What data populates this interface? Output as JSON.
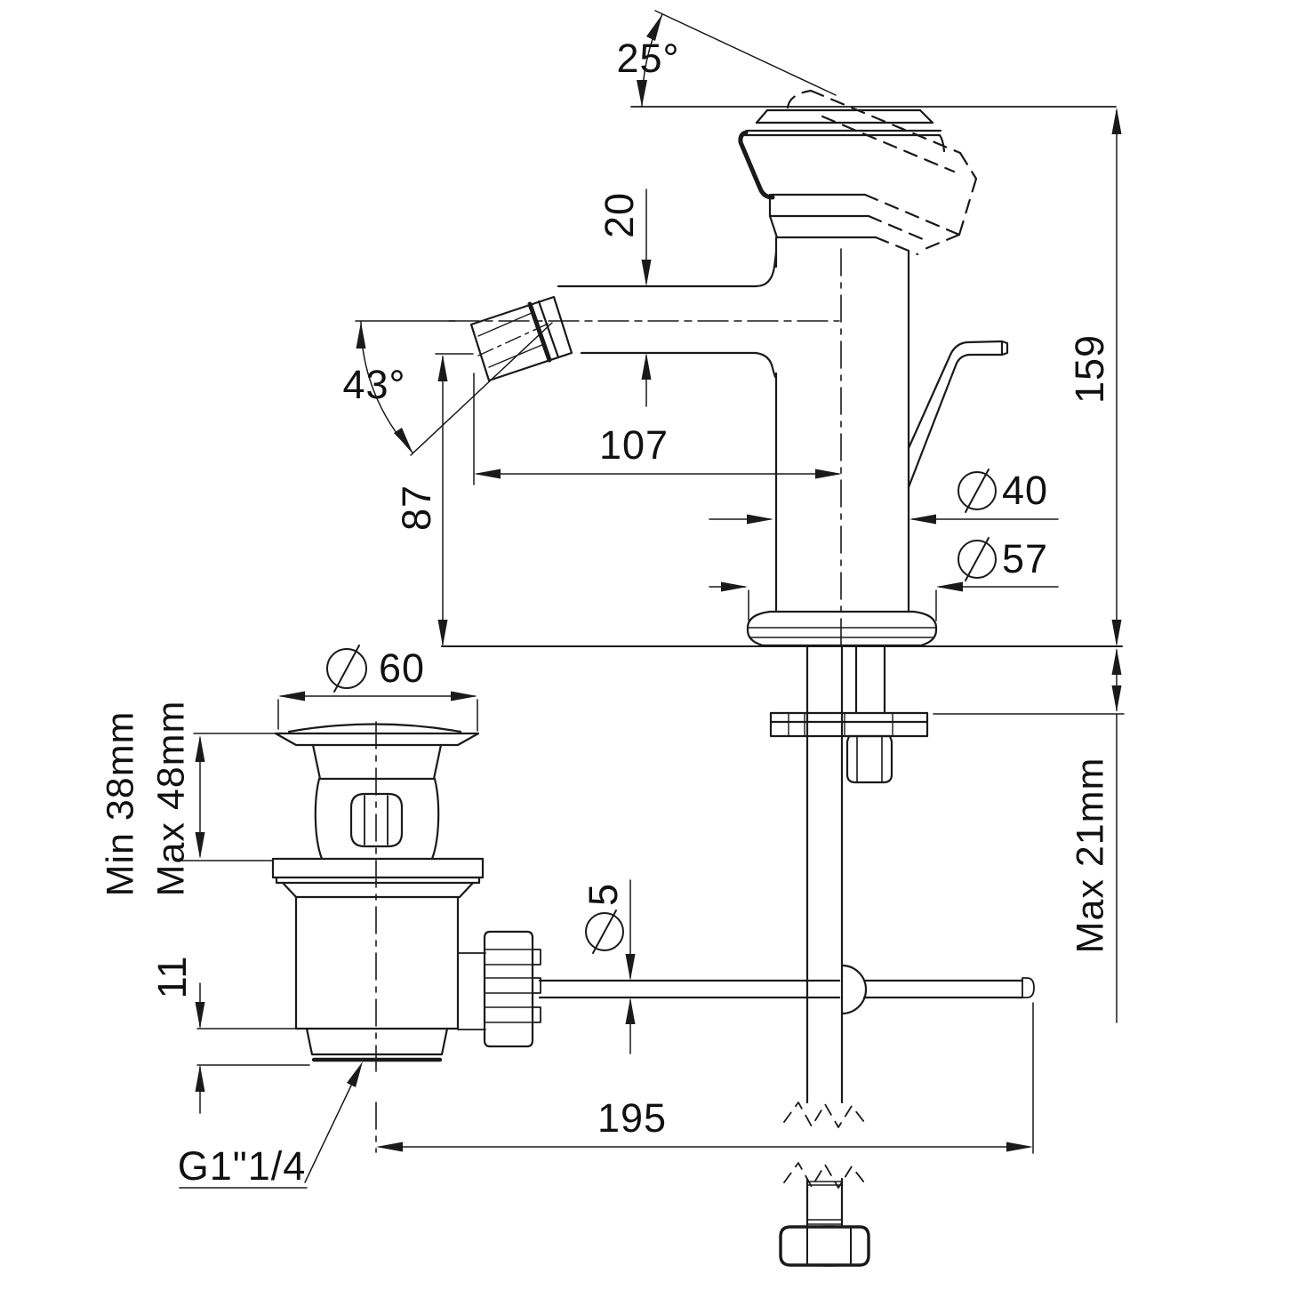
{
  "colors": {
    "line": "#1a1a1a",
    "background": "#ffffff"
  },
  "drawing": {
    "type": "dimensioned technical drawing",
    "subject": "single-lever bidet mixer with pop-up waste, side view"
  },
  "labels": {
    "handle_angle": "25°",
    "spout_tube": "20",
    "aerator_angle": "43°",
    "spout_height": "87",
    "spout_reach": "107",
    "body_diameter": "40",
    "base_diameter": "57",
    "total_height": "159",
    "waste_flange_diameter": "60",
    "deck_min": "Min 38mm",
    "deck_max": "Max 48mm",
    "waste_thread_length": "11",
    "waste_thread": "G1\"1/4",
    "rod_diameter": "5",
    "counter_max": "Max 21mm",
    "rod_length": "195"
  }
}
